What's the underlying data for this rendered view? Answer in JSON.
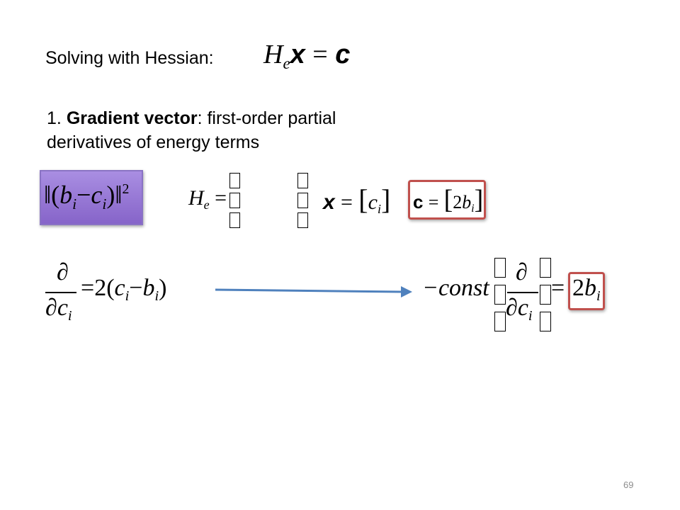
{
  "slide": {
    "heading": "Solving with Hessian:",
    "item_number": "1.",
    "item_bold": "Gradient vector",
    "item_rest_line1": ": first-order partial",
    "item_line2": "derivatives of energy terms",
    "page_number": "69"
  },
  "equations": {
    "hessian_main": {
      "H": "H",
      "e": "e",
      "x": "x",
      "eq": "=",
      "c": "c"
    },
    "energy_term": {
      "lhs": "‖(",
      "b": "b",
      "i": "i",
      "minus": "−",
      "c": "c",
      "rhs": ")‖",
      "pow": "2"
    },
    "he_def": {
      "H": "H",
      "e": "e",
      "eq": "="
    },
    "x_def": {
      "x": "x",
      "eq": "=",
      "lb": "[",
      "c": "c",
      "i": "i",
      "rb": "]"
    },
    "c_def": {
      "c": "c",
      "eq": "=",
      "lb": "[",
      "two": "2",
      "b": "b",
      "i": "i",
      "rb": "]"
    },
    "gradient": {
      "d": "∂",
      "c": "c",
      "i": "i",
      "eq": "=",
      "rhs_open": "2(",
      "ci": "c",
      "minus": "−",
      "bi": "b",
      "close": ")"
    },
    "result": {
      "neg": "−",
      "const": "const",
      "d": "∂",
      "c": "c",
      "i": "i",
      "eq": "=",
      "two": "2",
      "b": "b"
    }
  },
  "colors": {
    "accent_red": "#c0504d",
    "arrow_blue": "#4f81bd",
    "purple": "#8664c9",
    "page_num": "#8c8c8c"
  }
}
